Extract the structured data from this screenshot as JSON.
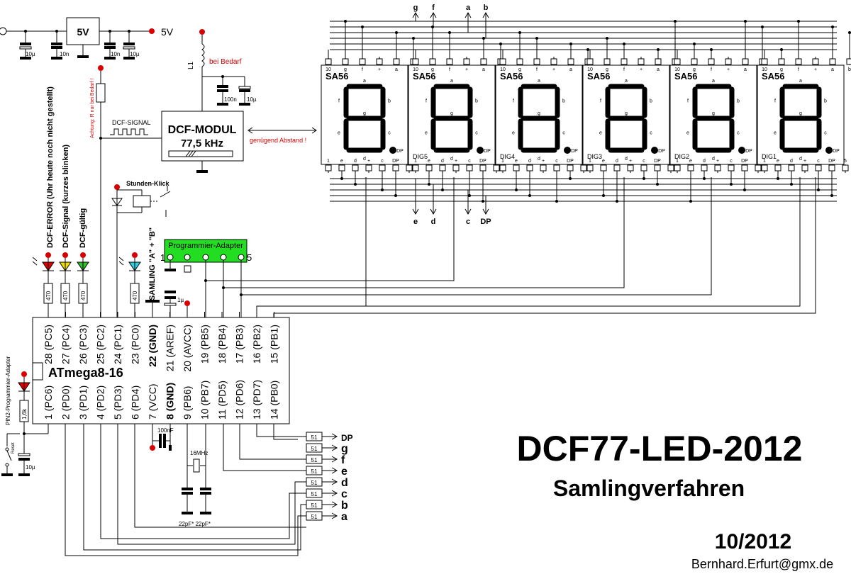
{
  "title": "DCF77-LED-2012",
  "subtitle": "Samlingverfahren",
  "date": "10/2012",
  "author": "Bernhard.Erfurt@gmx.de",
  "power": {
    "regulator_label": "5V",
    "output_label": "5V",
    "caps": [
      "10µ",
      "10n",
      "10n",
      "10µ"
    ]
  },
  "dcf_module": {
    "title": "DCF-MODUL",
    "frequency": "77,5 kHz",
    "signal_label": "DCF-SIGNAL",
    "inductor": "L1",
    "inductor_note": "bei Bedarf",
    "caps": [
      "100n",
      "10µ"
    ],
    "resistor_note": "Achtung: R nur bei Bedarf !",
    "distance_note": "genügend Abstand !"
  },
  "relay_label": "Stunden-Klick",
  "leds": [
    "DCF-ERROR (Uhr heute noch nicht gestellt)",
    "DCF-Signal (kurzes blinken)",
    "DCF-gültig"
  ],
  "led_resistors": [
    "470",
    "470",
    "470",
    "470"
  ],
  "sampling_label": "SAMLING \"A\" + \"B\"",
  "programmer": {
    "label": "Programmier-Adapter",
    "pin_first": "1",
    "pin_last": "5",
    "pin2_label": "PIN2-Programmier-Adapter"
  },
  "mcu": {
    "name": "ATmega8-16",
    "top_pins": [
      {
        "num": "28",
        "name": "(PC5)",
        "bold": false
      },
      {
        "num": "27",
        "name": "(PC4)",
        "bold": false
      },
      {
        "num": "26",
        "name": "(PC3)",
        "bold": false
      },
      {
        "num": "25",
        "name": "(PC2)",
        "bold": false
      },
      {
        "num": "24",
        "name": "(PC1)",
        "bold": false
      },
      {
        "num": "23",
        "name": "(PC0)",
        "bold": false
      },
      {
        "num": "22",
        "name": "(GND)",
        "bold": true
      },
      {
        "num": "21",
        "name": "(AREF)",
        "bold": false
      },
      {
        "num": "20",
        "name": "(AVCC)",
        "bold": false
      },
      {
        "num": "19",
        "name": "(PB5)",
        "bold": false
      },
      {
        "num": "18",
        "name": "(PB4)",
        "bold": false
      },
      {
        "num": "17",
        "name": "(PB3)",
        "bold": false
      },
      {
        "num": "16",
        "name": "(PB2)",
        "bold": false
      },
      {
        "num": "15",
        "name": "(PB1)",
        "bold": false
      }
    ],
    "bottom_pins": [
      {
        "num": "1",
        "name": "(PC6)",
        "bold": false
      },
      {
        "num": "2",
        "name": "(PD0)",
        "bold": false
      },
      {
        "num": "3",
        "name": "(PD1)",
        "bold": false
      },
      {
        "num": "4",
        "name": "(PD2)",
        "bold": false
      },
      {
        "num": "5",
        "name": "(PD3)",
        "bold": false
      },
      {
        "num": "6",
        "name": "(PD4)",
        "bold": false
      },
      {
        "num": "7",
        "name": "(VCC)",
        "bold": false
      },
      {
        "num": "8",
        "name": "(GND)",
        "bold": true
      },
      {
        "num": "9",
        "name": "(PB6)",
        "bold": false
      },
      {
        "num": "10",
        "name": "(PB7)",
        "bold": false
      },
      {
        "num": "11",
        "name": "(PD5)",
        "bold": false
      },
      {
        "num": "12",
        "name": "(PD6)",
        "bold": false
      },
      {
        "num": "13",
        "name": "(PD7)",
        "bold": false
      },
      {
        "num": "14",
        "name": "(PB0)",
        "bold": false
      }
    ],
    "reset_label": "Reset",
    "reset_resistor": "1,6k",
    "reset_cap": "10µ",
    "aref_cap": "1µ",
    "vcc_cap": "100nF",
    "crystal": "16MHz",
    "crystal_caps": "22pF* 22pF*"
  },
  "segment_outputs": {
    "resistor": "51",
    "labels": [
      "DP",
      "g",
      "f",
      "e",
      "d",
      "c",
      "b",
      "a"
    ]
  },
  "top_bus_labels": [
    "g",
    "f",
    "a",
    "b"
  ],
  "bottom_bus_labels": [
    "e",
    "d",
    "c",
    "DP"
  ],
  "displays": {
    "part": "SA56",
    "digits": [
      "DIG5",
      "DIG4",
      "DIG3",
      "DIG2",
      "DIG1"
    ],
    "top_pins": [
      "10",
      "g",
      "f",
      "+",
      "a",
      "b"
    ],
    "bottom_pins": [
      "1",
      "e",
      "d",
      "+",
      "c",
      "DP",
      "5"
    ],
    "seg_letters": [
      "a",
      "b",
      "c",
      "d",
      "e",
      "f",
      "g",
      "DP"
    ]
  }
}
